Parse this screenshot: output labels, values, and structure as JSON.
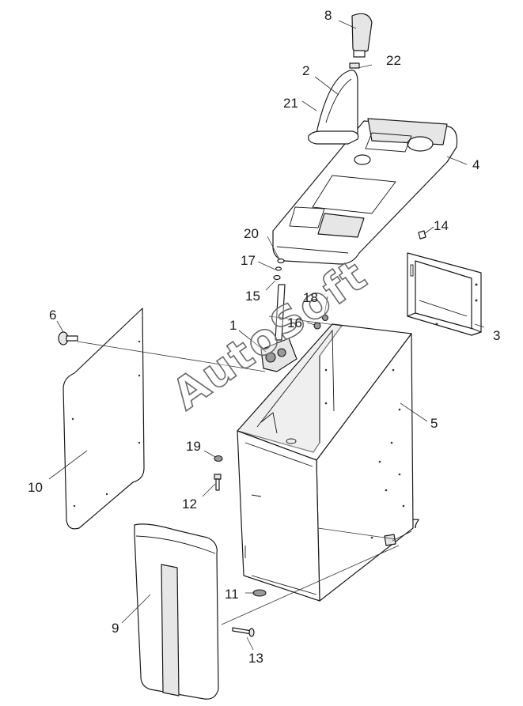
{
  "diagram": {
    "type": "exploded-parts-drawing",
    "watermark": "AutoSoft",
    "callouts": [
      {
        "id": "1",
        "label": "1"
      },
      {
        "id": "2",
        "label": "2"
      },
      {
        "id": "3",
        "label": "3"
      },
      {
        "id": "4",
        "label": "4"
      },
      {
        "id": "5",
        "label": "5"
      },
      {
        "id": "6",
        "label": "6"
      },
      {
        "id": "7",
        "label": "7"
      },
      {
        "id": "8",
        "label": "8"
      },
      {
        "id": "9",
        "label": "9"
      },
      {
        "id": "10",
        "label": "10"
      },
      {
        "id": "11",
        "label": "11"
      },
      {
        "id": "12",
        "label": "12"
      },
      {
        "id": "13",
        "label": "13"
      },
      {
        "id": "14",
        "label": "14"
      },
      {
        "id": "15",
        "label": "15"
      },
      {
        "id": "16",
        "label": "16"
      },
      {
        "id": "17",
        "label": "17"
      },
      {
        "id": "18",
        "label": "18"
      },
      {
        "id": "19",
        "label": "19"
      },
      {
        "id": "20",
        "label": "20"
      },
      {
        "id": "21",
        "label": "21"
      },
      {
        "id": "22",
        "label": "22"
      }
    ]
  }
}
